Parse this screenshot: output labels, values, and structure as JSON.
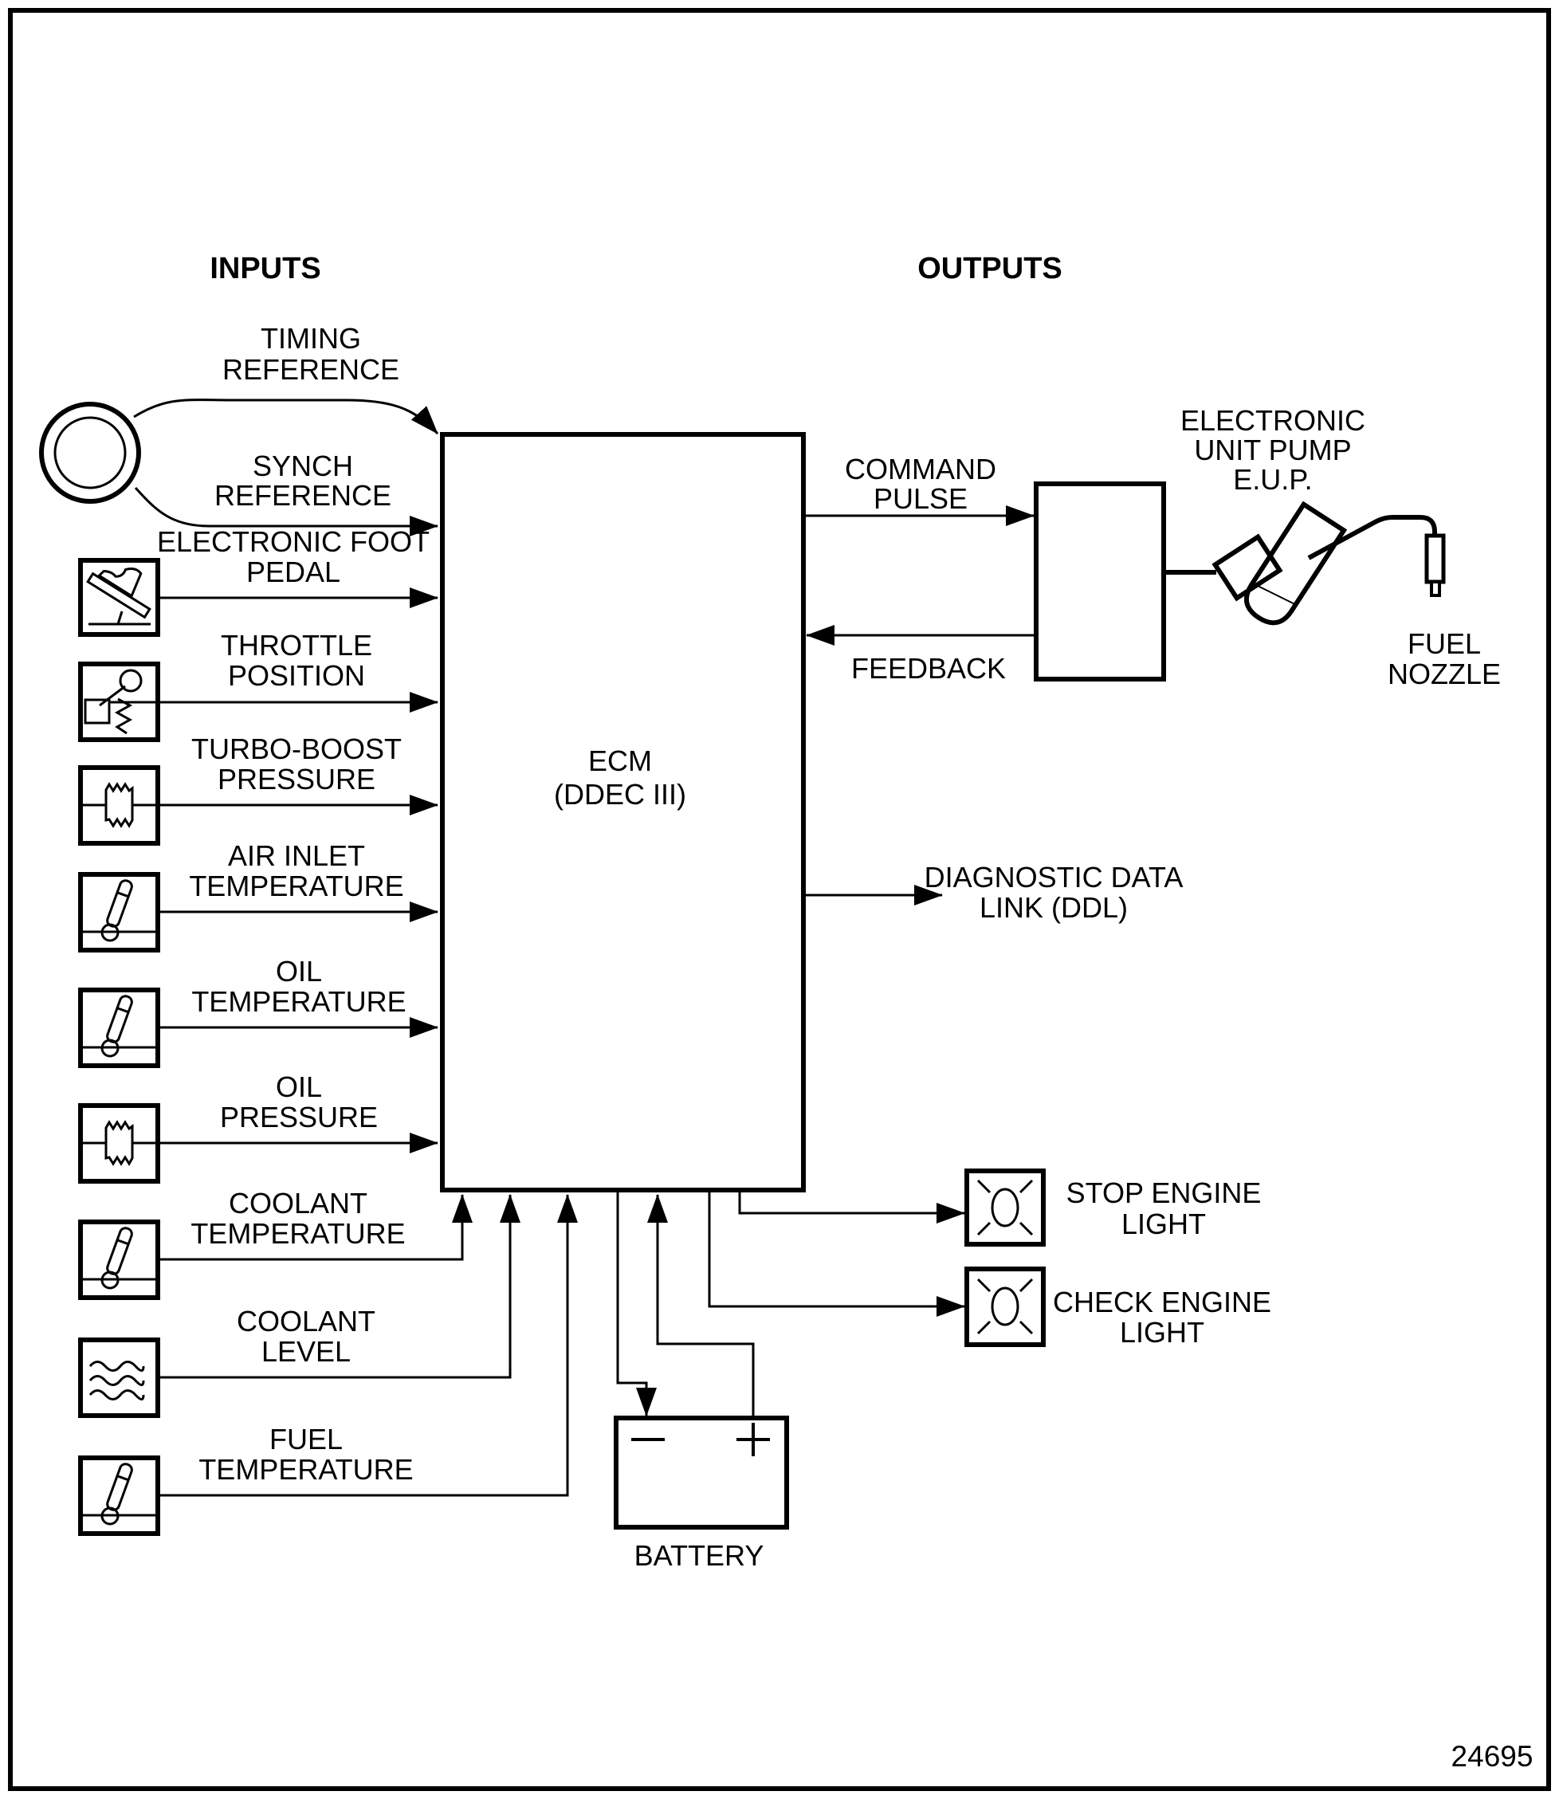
{
  "headers": {
    "inputs": "INPUTS",
    "outputs": "OUTPUTS"
  },
  "figure_number": "24695",
  "ecm": {
    "name": "ECM",
    "sub": "(DDEC III)"
  },
  "inputs": [
    {
      "l1": "TIMING",
      "l2": "REFERENCE",
      "icon": "engine-speed-sensor-icon"
    },
    {
      "l1": "SYNCH",
      "l2": "REFERENCE",
      "icon": "engine-speed-sensor-icon"
    },
    {
      "l1": "ELECTRONIC FOOT",
      "l2": "PEDAL",
      "icon": "foot-pedal-icon"
    },
    {
      "l1": "THROTTLE",
      "l2": "POSITION",
      "icon": "throttle-lever-icon"
    },
    {
      "l1": "TURBO-BOOST",
      "l2": "PRESSURE",
      "icon": "bellows-pressure-icon"
    },
    {
      "l1": "AIR INLET",
      "l2": "TEMPERATURE",
      "icon": "thermometer-icon"
    },
    {
      "l1": "OIL",
      "l2": "TEMPERATURE",
      "icon": "thermometer-icon"
    },
    {
      "l1": "OIL",
      "l2": "PRESSURE",
      "icon": "bellows-pressure-icon"
    },
    {
      "l1": "COOLANT",
      "l2": "TEMPERATURE",
      "icon": "thermometer-icon"
    },
    {
      "l1": "COOLANT",
      "l2": "LEVEL",
      "icon": "coolant-waves-icon"
    },
    {
      "l1": "FUEL",
      "l2": "TEMPERATURE",
      "icon": "thermometer-icon"
    }
  ],
  "outputs": {
    "command": {
      "l1": "COMMAND",
      "l2": "PULSE"
    },
    "eup": {
      "l1": "ELECTRONIC",
      "l2": "UNIT PUMP",
      "l3": "E.U.P."
    },
    "feedback": {
      "l1": "FEEDBACK"
    },
    "nozzle": {
      "l1": "FUEL",
      "l2": "NOZZLE"
    },
    "ddl": {
      "l1": "DIAGNOSTIC DATA",
      "l2": "LINK (DDL)"
    },
    "stop": {
      "l1": "STOP ENGINE",
      "l2": "LIGHT"
    },
    "check": {
      "l1": "CHECK ENGINE",
      "l2": "LIGHT"
    }
  },
  "battery": {
    "label": "BATTERY"
  },
  "colors": {
    "ink": "#000000",
    "paper": "#ffffff"
  }
}
